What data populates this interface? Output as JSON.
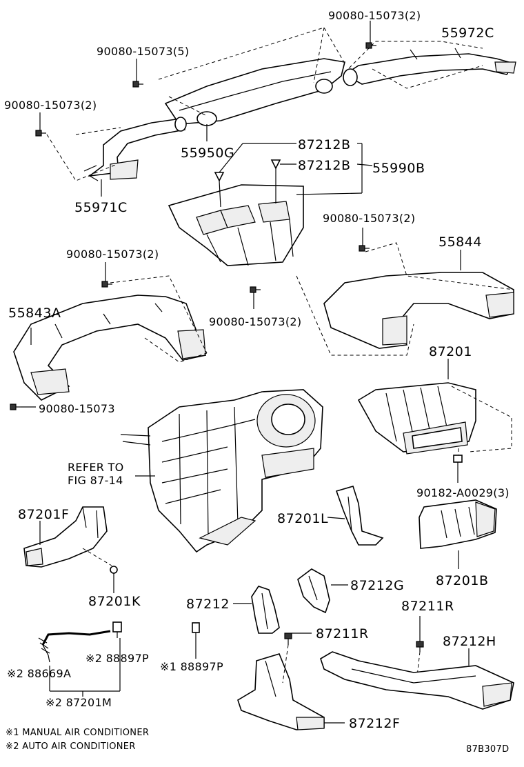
{
  "labels": {
    "l_90080_tr": "90080-15073(2)",
    "l_55972C": "55972C",
    "l_90080_5": "90080-15073(5)",
    "l_90080_l1": "90080-15073(2)",
    "l_55950G": "55950G",
    "l_87212B_1": "87212B",
    "l_87212B_2": "87212B",
    "l_55990B": "55990B",
    "l_55971C": "55971C",
    "l_90080_m1": "90080-15073(2)",
    "l_90080_m2": "90080-15073(2)",
    "l_55844": "55844",
    "l_55843A": "55843A",
    "l_90080_m3": "90080-15073(2)",
    "l_90080_single": "90080-15073",
    "l_87201": "87201",
    "l_refer1": "REFER TO",
    "l_refer2": "FIG 87-14",
    "l_90182": "90182-A0029(3)",
    "l_87201F": "87201F",
    "l_87201L": "87201L",
    "l_87212G": "87212G",
    "l_87201B": "87201B",
    "l_87201K": "87201K",
    "l_87212": "87212",
    "l_87211R_r": "87211R",
    "l_87211R_m": "87211R",
    "l_87212H": "87212H",
    "l_88897P_2": "※2 88897P",
    "l_88669A": "※2 88669A",
    "l_88897P_1": "※1 88897P",
    "l_87201M": "※2 87201M",
    "l_87212F": "87212F",
    "note1": "※1 MANUAL AIR CONDITIONER",
    "note2": "※2 AUTO AIR CONDITIONER",
    "figure_code": "87B307D"
  },
  "colors": {
    "ink": "#000000",
    "background": "#ffffff"
  }
}
